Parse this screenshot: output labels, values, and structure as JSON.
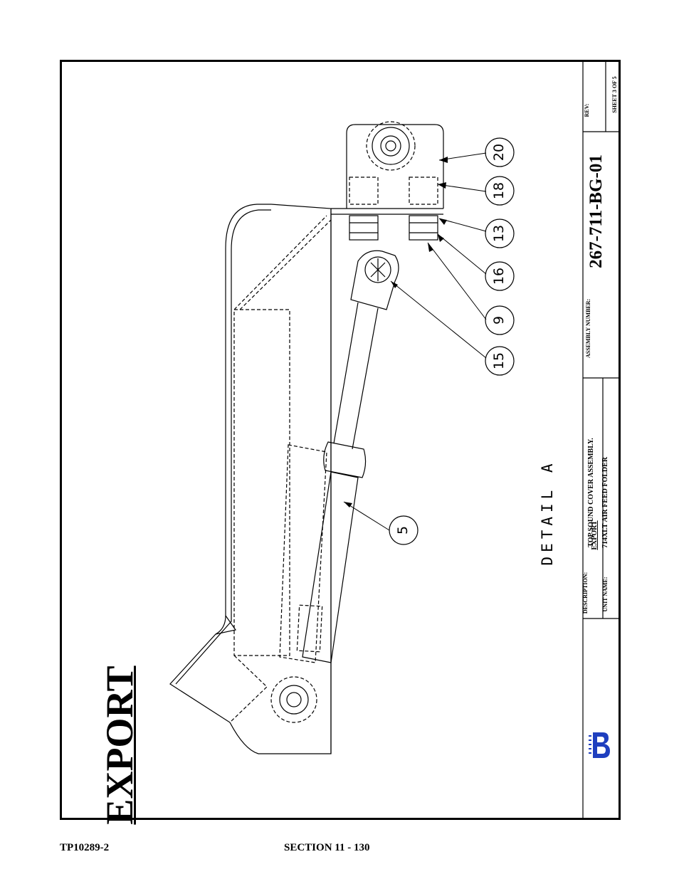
{
  "page": {
    "title": "EXPORT",
    "detail_label": "DETAIL A"
  },
  "balloons": [
    {
      "label": "20"
    },
    {
      "label": "18"
    },
    {
      "label": "13"
    },
    {
      "label": "16"
    },
    {
      "label": "9"
    },
    {
      "label": "15"
    },
    {
      "label": "5"
    }
  ],
  "title_block": {
    "rev_label": "REV:",
    "sheet_label": "SHEET 3 OF 5",
    "assembly_number_label": "ASSEMBLY NUMBER:",
    "assembly_number": "267-711-BG-01",
    "description_label": "DESCRIPTION:",
    "description_line1": "TOP SOUND COVER ASSEMBLY.",
    "description_line2": "EXPORT",
    "unit_name_label": "UNIT NAME:",
    "unit_name": "714XLT AIR FEED FOLDER"
  },
  "footer": {
    "left": "TP10289-2",
    "center": "SECTION 11 - 130"
  },
  "colors": {
    "logo_blue": "#1f3fbf"
  }
}
